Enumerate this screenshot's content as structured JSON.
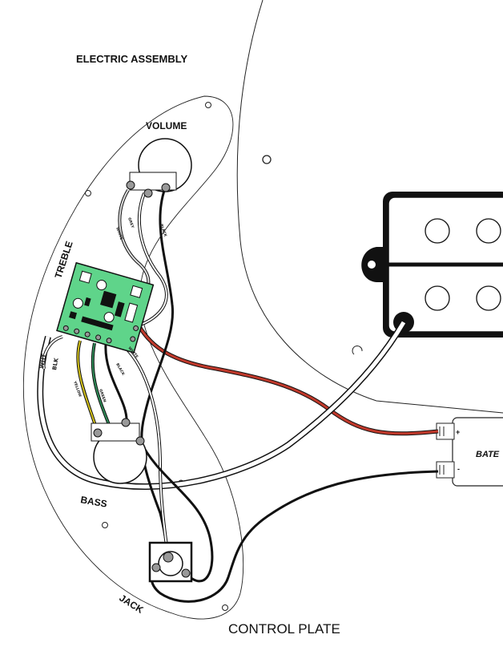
{
  "title": "ELECTRIC ASSEMBLY",
  "components": {
    "volume": "VOLUME",
    "treble": "TREBLE",
    "bass": "BASS",
    "jack": "JACK",
    "battery": "BATE",
    "control_plate": "CONTROL PLATE"
  },
  "wire_labels": {
    "grey": "GREY",
    "white_top": "WHITE",
    "black_top": "BLACK",
    "wht": "WHT",
    "blk": "BLK",
    "yellow": "YELLOW",
    "green": "GREEN",
    "black_mid": "BLACK",
    "white_mid": "WHITE"
  },
  "battery_terminals": {
    "plus": "+",
    "minus": "-"
  },
  "colors": {
    "red_wire": "#c0392b",
    "green_wire": "#2e8b57",
    "yellow_wire": "#d4c21a",
    "circuit_board": "#5fd48a",
    "black_wire": "#111111",
    "white_wire": "#ffffff"
  }
}
